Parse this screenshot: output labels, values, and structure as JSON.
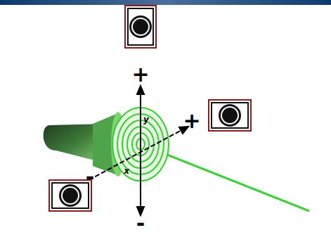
{
  "diagram": {
    "labels": [
      "+",
      "+",
      "-",
      "-",
      "y",
      "x"
    ]
  }
}
